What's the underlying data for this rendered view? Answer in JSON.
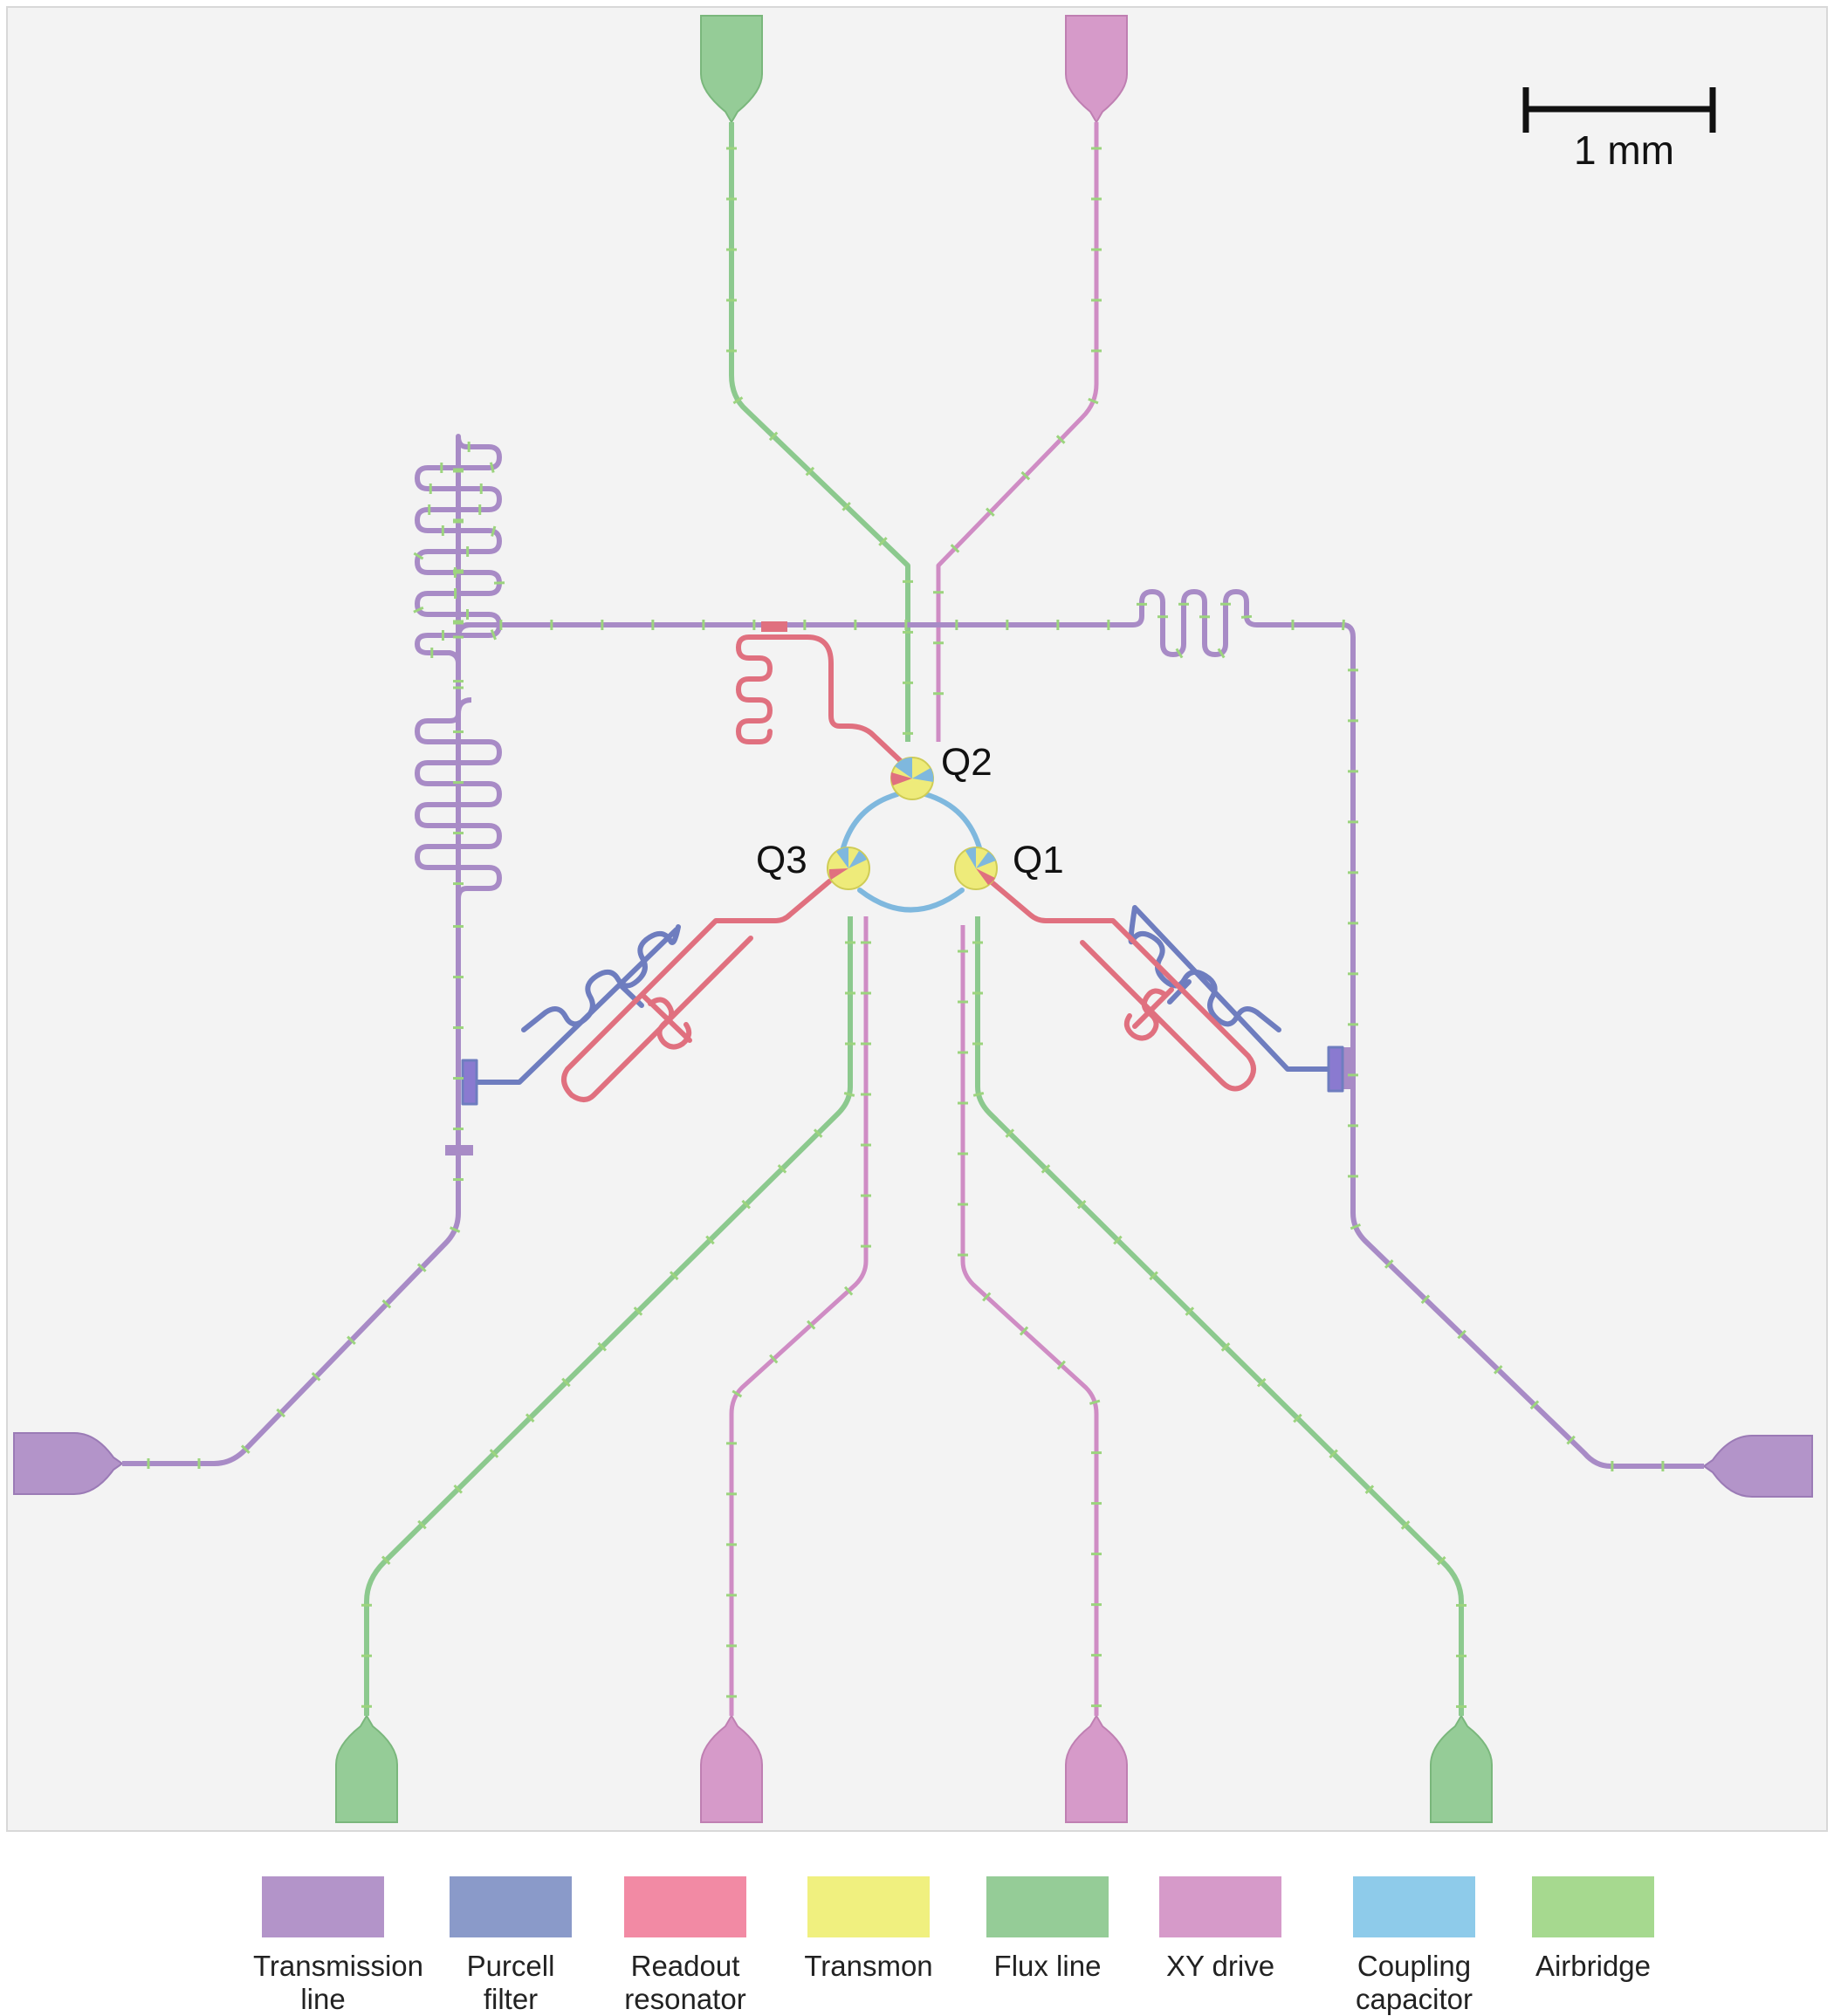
{
  "scale_bar": {
    "label": "1 mm"
  },
  "qubits": [
    {
      "id": "q2",
      "label": "Q2"
    },
    {
      "id": "q3",
      "label": "Q3"
    },
    {
      "id": "q1",
      "label": "Q1"
    }
  ],
  "colors": {
    "transmission_line": "#a88bc6",
    "purcell_filter": "#6e7dbf",
    "readout_resonator": "#e0707f",
    "transmon": "#eeeb7a",
    "flux_line": "#8cc98e",
    "xy_drive": "#cf8cc4",
    "coupling_capacitor": "#7fb8de",
    "airbridge": "#9cd47e",
    "chip_bg": "#f3f3f3"
  },
  "legend": [
    {
      "label": "Transmission\nline",
      "color": "#b394c9"
    },
    {
      "label": "Purcell\nfilter",
      "color": "#8a9ac9"
    },
    {
      "label": "Readout\nresonator",
      "color": "#f28aa4"
    },
    {
      "label": "Transmon",
      "color": "#f0f07f"
    },
    {
      "label": "Flux line",
      "color": "#95cc97"
    },
    {
      "label": "XY drive",
      "color": "#d69ac9"
    },
    {
      "label": "Coupling\ncapacitor",
      "color": "#8ecbea"
    },
    {
      "label": "Airbridge",
      "color": "#a6d98f"
    }
  ]
}
